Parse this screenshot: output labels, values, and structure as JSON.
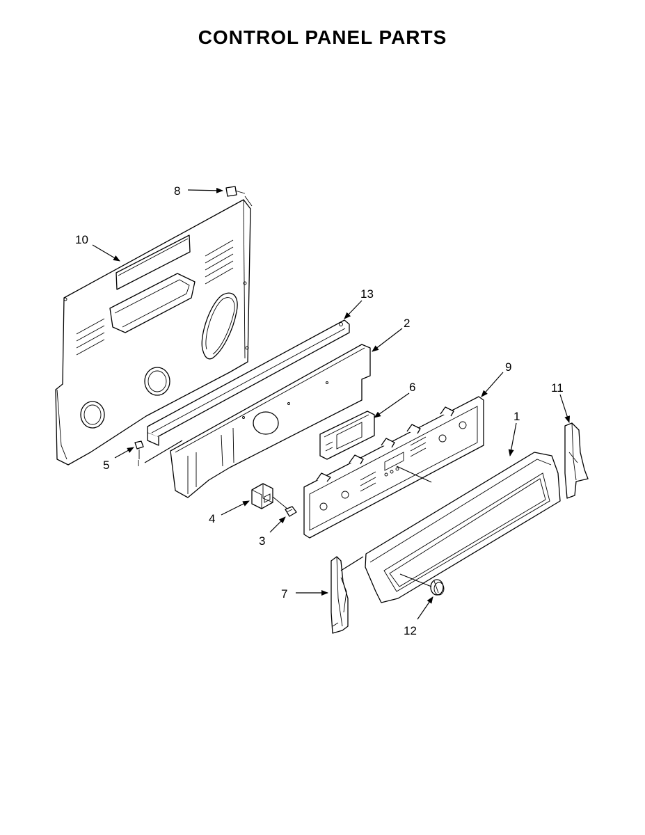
{
  "title": "CONTROL PANEL PARTS",
  "callouts": [
    {
      "id": "1",
      "label": "1"
    },
    {
      "id": "2",
      "label": "2"
    },
    {
      "id": "3",
      "label": "3"
    },
    {
      "id": "4",
      "label": "4"
    },
    {
      "id": "5",
      "label": "5"
    },
    {
      "id": "6",
      "label": "6"
    },
    {
      "id": "7",
      "label": "7"
    },
    {
      "id": "8",
      "label": "8"
    },
    {
      "id": "9",
      "label": "9"
    },
    {
      "id": "10",
      "label": "10"
    },
    {
      "id": "11",
      "label": "11"
    },
    {
      "id": "12",
      "label": "12"
    },
    {
      "id": "13",
      "label": "13"
    }
  ]
}
